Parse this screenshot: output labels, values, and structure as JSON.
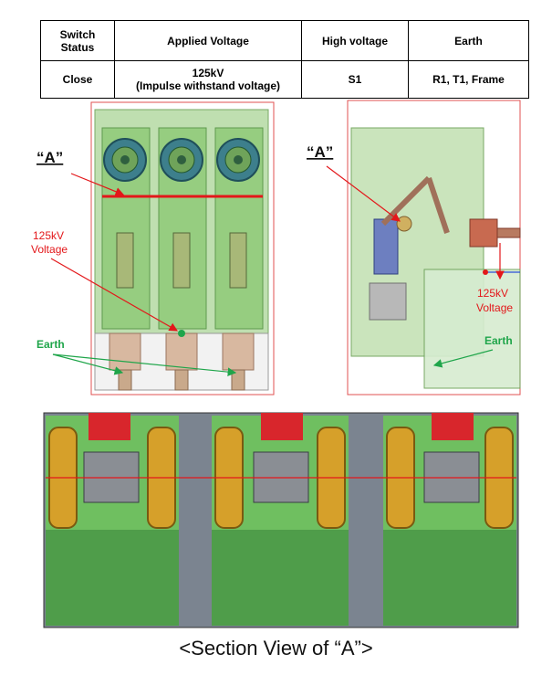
{
  "table": {
    "headers": [
      "Switch Status",
      "Applied Voltage",
      "High voltage",
      "Earth"
    ],
    "row": {
      "switch_status": "Close",
      "applied_voltage_line1": "125kV",
      "applied_voltage_line2": "(Impulse withstand voltage)",
      "high_voltage": "S1",
      "earth": "R1, T1, Frame"
    }
  },
  "front_view": {
    "label_a": "“A”",
    "voltage_line1": "125kV",
    "voltage_line2": "Voltage",
    "earth_label": "Earth"
  },
  "side_view": {
    "label_a": "“A”",
    "voltage_line1": "125kV",
    "voltage_line2": "Voltage",
    "earth_label": "Earth"
  },
  "caption": "<Section View of “A”>",
  "colors": {
    "voltage_red": "#e3171a",
    "earth_green": "#1fa54a",
    "housing_green": "#7cc36a",
    "bushing_tan": "#c9a98b"
  }
}
